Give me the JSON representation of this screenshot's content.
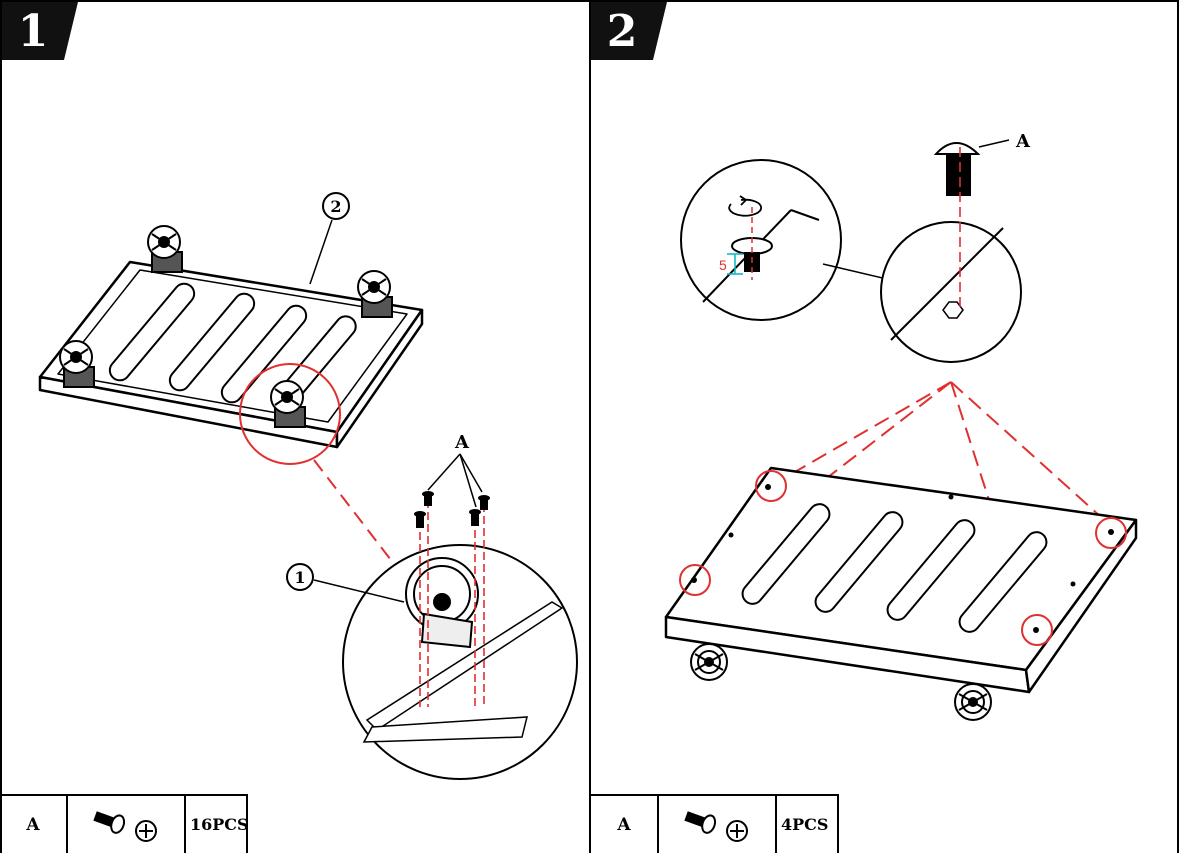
{
  "steps": [
    {
      "number": "1",
      "part_label": "A",
      "callouts": [
        "1",
        "2"
      ],
      "legend": {
        "letter": "A",
        "icon": "screw-icon",
        "quantity": "16PCS"
      }
    },
    {
      "number": "2",
      "part_label": "A",
      "dimension": "5",
      "legend": {
        "letter": "A",
        "icon": "screw-icon",
        "quantity": "4PCS"
      }
    }
  ],
  "colors": {
    "line": "#000000",
    "highlight": "#e03030",
    "dimension": "#17b7c7"
  }
}
